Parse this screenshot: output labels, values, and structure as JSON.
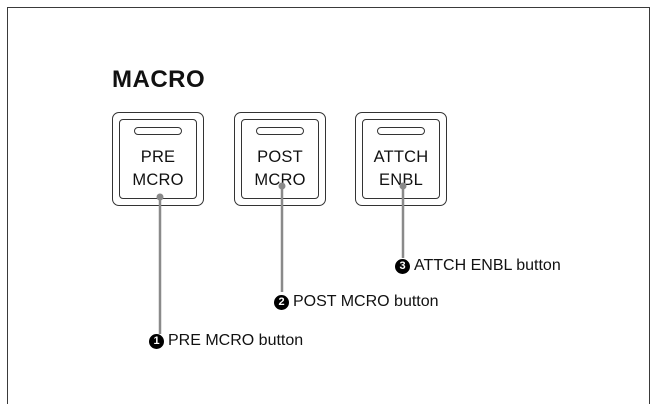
{
  "section_title": "MACRO",
  "buttons": [
    {
      "line1": "PRE",
      "line2": "MCRO"
    },
    {
      "line1": "POST",
      "line2": "MCRO"
    },
    {
      "line1": "ATTCH",
      "line2": "ENBL"
    }
  ],
  "callouts": [
    {
      "number": "1",
      "label": "PRE MCRO button"
    },
    {
      "number": "2",
      "label": "POST MCRO button"
    },
    {
      "number": "3",
      "label": "ATTCH ENBL button"
    }
  ],
  "colors": {
    "line": "#333333",
    "leader": "#8a8a8a",
    "badge": "#000000"
  }
}
